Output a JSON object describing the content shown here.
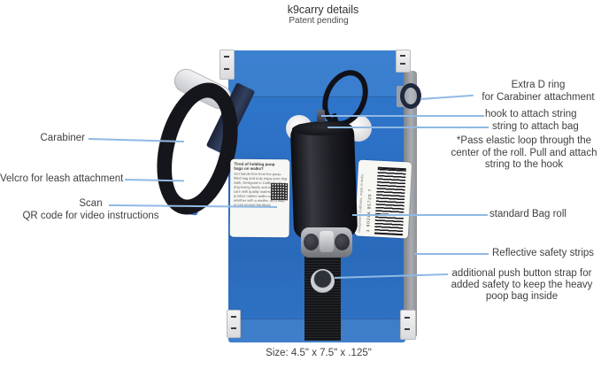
{
  "header": {
    "title": "k9carry details",
    "subtitle": "Patent pending"
  },
  "footer": {
    "size_text": "Size: 4.5\" x 7.5\" x .125\""
  },
  "callouts_left": {
    "carabiner": "Carabiner",
    "velcro": "Velcro for leash attachment",
    "scan_line1": "Scan",
    "scan_line2": "QR code for video instructions"
  },
  "callouts_right": {
    "dring_line1": "Extra D ring",
    "dring_line2": "for Carabiner attachment",
    "hook": "hook to attach string",
    "string": "string to attach bag",
    "string_note_line1": "*Pass elastic loop through the",
    "string_note_line2": "center of the roll. Pull and attach",
    "string_note_line3": "string to the hook",
    "bag_roll": "standard Bag roll",
    "reflective": "Reflective safety strips",
    "push_line1": "additional push button strap for",
    "push_line2": "added safety to keep the heavy",
    "push_line3": "poop bag inside"
  },
  "product": {
    "label_heading": "Tired of holding poop bags on walks?",
    "label_body": "Get hands-free from the poop-filled bag and truly enjoy your dog walk. Designed in California by a dog-loving family and made with care with quality materials. This product makes walks easier, whether with a stroller, on a bike, or just around the block.",
    "barcode_digits": "1 90284 95725 7",
    "barcode_side_text": "Designed in California, made in India."
  },
  "colors": {
    "callout_line": "#8fb9e3",
    "product_blue": "#2b6ec2",
    "strap_black": "#15161b"
  }
}
